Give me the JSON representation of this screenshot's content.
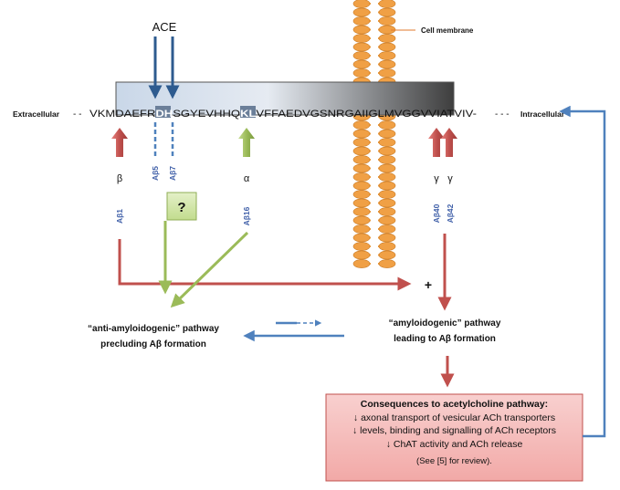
{
  "labels": {
    "ace": "ACE",
    "cell_membrane": "Cell membrane",
    "extracellular": "Extracellular",
    "intracellular": "Intracellular",
    "dashes_left": "- -",
    "dashes_right": "- - -",
    "question": "?",
    "plus": "+"
  },
  "sequence": {
    "part1": "VKMDAEFR",
    "part2": "DH",
    "part3": "SGYEVHHQ",
    "part4": "KL",
    "part5": "VFFAEDVGSNRGAIIGLMVGGVVIATVIV-"
  },
  "cleavage": {
    "beta": "β",
    "alpha": "α",
    "gamma1": "γ",
    "gamma2": "γ"
  },
  "fragments": {
    "ab1": "Aβ1",
    "ab5": "Aβ5",
    "ab7": "Aβ7",
    "ab16": "Aβ16",
    "ab40": "Aβ40",
    "ab42": "Aβ42"
  },
  "pathways": {
    "anti_line1": "“anti-amyloidogenic” pathway",
    "anti_line2": "precluding Aβ formation",
    "amy_line1": "“amyloidogenic” pathway",
    "amy_line2": "leading to Aβ formation"
  },
  "consequences": {
    "title": "Consequences to acetylcholine pathway:",
    "line1": "↓ axonal transport of vesicular ACh transporters",
    "line2": "↓ levels, binding and signalling of ACh receptors",
    "line3": "↓ ChAT activity and ACh release",
    "ref": "(See [5] for review)."
  },
  "colors": {
    "red": "#c0504d",
    "blue": "#4f81bd",
    "green": "#9bbb59",
    "membrane": "#f0a045",
    "fragment_text": "#3f5fa8"
  }
}
